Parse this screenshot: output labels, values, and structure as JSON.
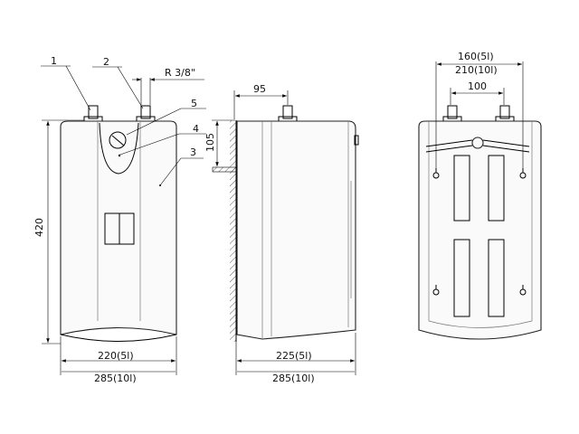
{
  "front_view": {
    "callouts": [
      "1",
      "2",
      "3",
      "4",
      "5"
    ],
    "thread_label": "R 3/8\"",
    "height_dim": "420",
    "width_dim_5l": "220(5l)",
    "width_dim_10l": "285(10l)"
  },
  "side_view": {
    "offset_dim": "95",
    "bracket_dim": "105",
    "depth_dim_5l": "225(5l)",
    "depth_dim_10l": "285(10l)"
  },
  "rear_view": {
    "pipe_spacing_dim": "100",
    "mount_dim_5l": "160(5l)",
    "mount_dim_10l": "210(10l)"
  }
}
